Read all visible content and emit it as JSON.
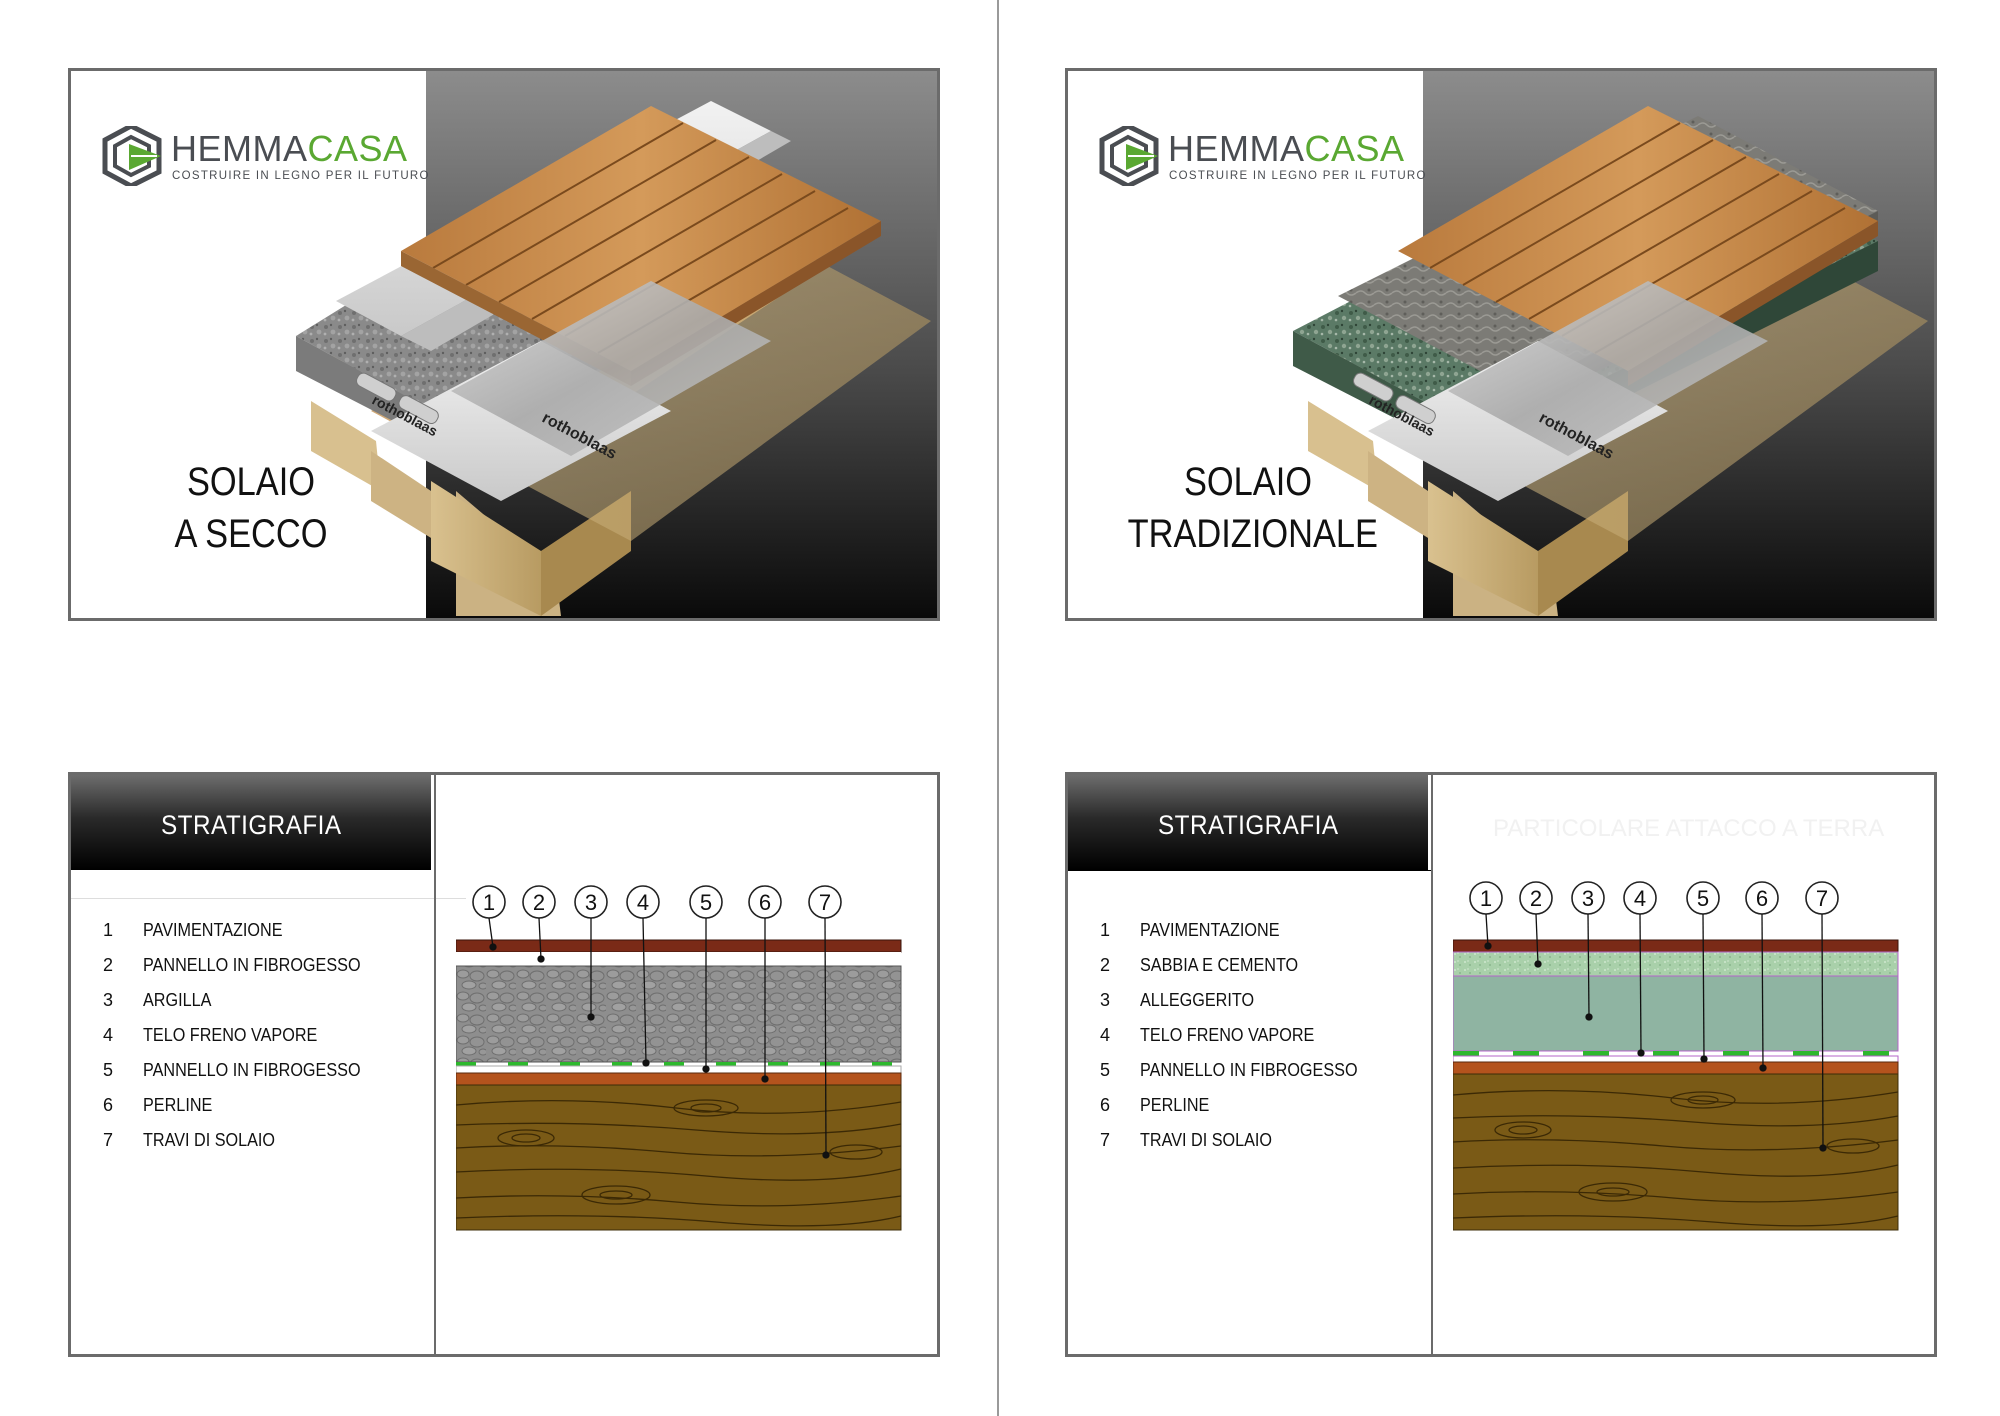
{
  "brand": {
    "name_part1": "HEMMA",
    "name_part2": "CASA",
    "tagline": "COSTRUIRE IN LEGNO PER IL FUTURO",
    "color_dark": "#4a4d52",
    "color_green": "#5aa832"
  },
  "left": {
    "hero_title_line1": "SOLAIO",
    "hero_title_line2": "A SECCO",
    "strat_heading": "STRATIGRAFIA",
    "layers": [
      {
        "num": "1",
        "label": "PAVIMENTAZIONE"
      },
      {
        "num": "2",
        "label": "PANNELLO IN FIBROGESSO"
      },
      {
        "num": "3",
        "label": "ARGILLA"
      },
      {
        "num": "4",
        "label": "TELO FRENO VAPORE"
      },
      {
        "num": "5",
        "label": "PANNELLO IN FIBROGESSO"
      },
      {
        "num": "6",
        "label": "PERLINE"
      },
      {
        "num": "7",
        "label": "TRAVI DI SOLAIO"
      }
    ]
  },
  "right": {
    "hero_title_line1": "SOLAIO",
    "hero_title_line2": "TRADIZIONALE",
    "strat_heading": "STRATIGRAFIA",
    "ghost_text": "PARTICOLARE ATTACCO A TERRA",
    "layers": [
      {
        "num": "1",
        "label": "PAVIMENTAZIONE"
      },
      {
        "num": "2",
        "label": "SABBIA E CEMENTO"
      },
      {
        "num": "3",
        "label": "ALLEGGERITO"
      },
      {
        "num": "4",
        "label": "TELO FRENO VAPORE"
      },
      {
        "num": "5",
        "label": "PANNELLO IN FIBROGESSO"
      },
      {
        "num": "6",
        "label": "PERLINE"
      },
      {
        "num": "7",
        "label": "TRAVI DI SOLAIO"
      }
    ]
  },
  "membrane_brand": "rothoblaas",
  "colors": {
    "floor_finish": "#7a2a17",
    "perline": "#b4531d",
    "beam_wood": "#7a5a16",
    "argilla": "#8d8d8d",
    "alleggerito": "#8fb4a2",
    "sabbia": "#a8cfa9",
    "membrane_green": "#2db82d"
  }
}
